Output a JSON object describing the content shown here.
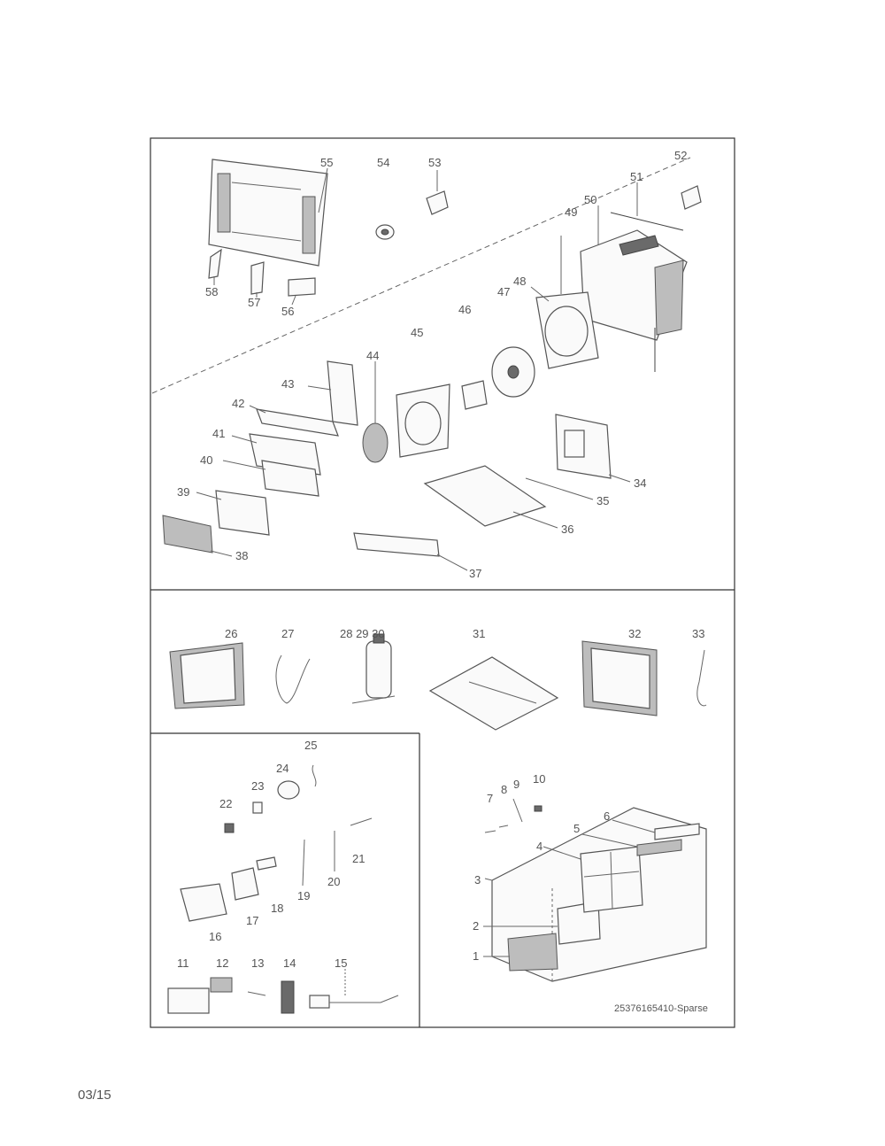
{
  "page": {
    "date_code": "03/15"
  },
  "diagram": {
    "part_number_label": "25376165410-Sparse",
    "callouts": {
      "c1": "1",
      "c2": "2",
      "c3": "3",
      "c4": "4",
      "c5": "5",
      "c6": "6",
      "c7": "7",
      "c8": "8",
      "c9": "9",
      "c10": "10",
      "c11": "11",
      "c12": "12",
      "c13": "13",
      "c14": "14",
      "c15": "15",
      "c16": "16",
      "c17": "17",
      "c18": "18",
      "c19": "19",
      "c20": "20",
      "c21": "21",
      "c22": "22",
      "c23": "23",
      "c24": "24",
      "c25": "25",
      "c26": "26",
      "c27": "27",
      "c28": "28 29 30",
      "c31": "31",
      "c32": "32",
      "c33": "33",
      "c34": "34",
      "c35": "35",
      "c36": "36",
      "c37": "37",
      "c38": "38",
      "c39": "39",
      "c40": "40",
      "c41": "41",
      "c42": "42",
      "c43": "43",
      "c44": "44",
      "c45": "45",
      "c46": "46",
      "c47": "47",
      "c48": "48",
      "c49": "49",
      "c50": "50",
      "c51": "51",
      "c52": "52",
      "c53": "53",
      "c54": "54",
      "c55": "55",
      "c56": "56",
      "c57": "57",
      "c58": "58"
    }
  }
}
